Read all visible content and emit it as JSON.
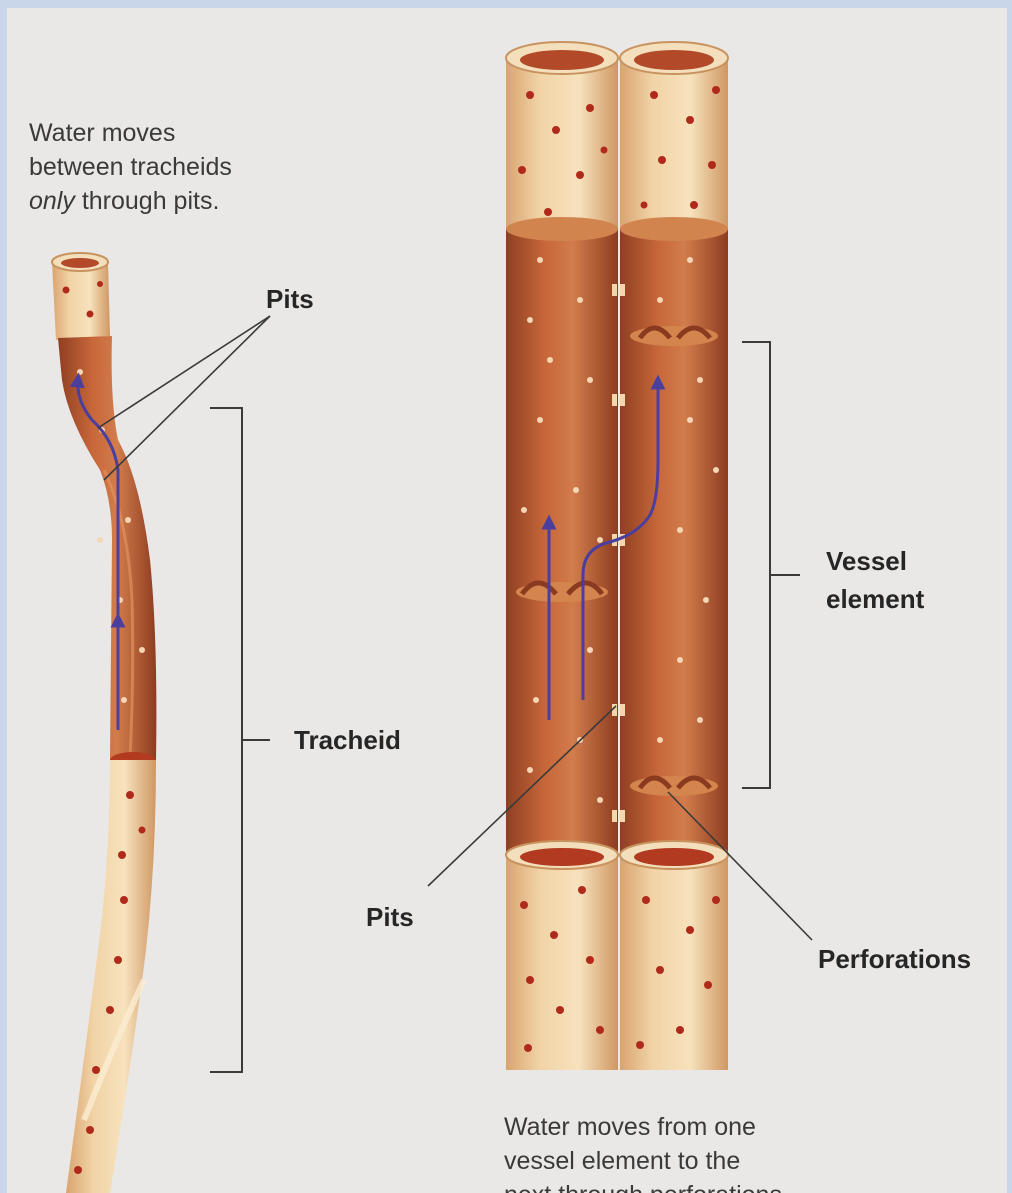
{
  "caption_top": {
    "line1": "Water moves",
    "line2": "between tracheids",
    "line3_italic": "only",
    "line3_rest": " through pits."
  },
  "caption_bottom": {
    "line1": "Water moves from one",
    "line2": "vessel element to the",
    "line3": "next through perforations."
  },
  "labels": {
    "pits_top": "Pits",
    "tracheid": "Tracheid",
    "vessel_line1": "Vessel",
    "vessel_line2": "element",
    "pits_bottom": "Pits",
    "perforations": "Perforations"
  },
  "colors": {
    "background": "#e9e8e6",
    "cell_wall_light": "#edc99a",
    "cell_wall_dark": "#b5552e",
    "pit_dot": "#b02a1c",
    "arrow": "#4a3f9e"
  }
}
